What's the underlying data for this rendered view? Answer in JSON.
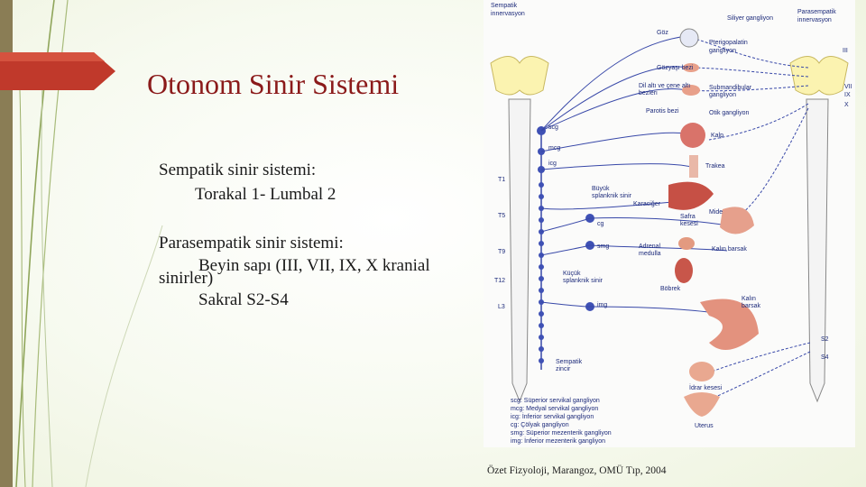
{
  "slide": {
    "title": "Otonom Sinir Sistemi",
    "sympathetic_heading": "Sempatik sinir sistemi:",
    "sympathetic_detail": "Torakal 1- Lumbal 2",
    "parasympathetic_heading": "Parasempatik sinir sistemi:",
    "parasympathetic_detail_line1": "Beyin sapı (III, VII, IX, X kranial",
    "parasympathetic_detail_line2": "sinirler)",
    "parasympathetic_detail_line3": "Sakral S2-S4",
    "caption": "Özet Fizyoloji, Marangoz, OMÜ Tıp, 2004"
  },
  "figure": {
    "header_left": [
      "Sempatik",
      "innervasyon"
    ],
    "header_right": [
      "Parasempatik",
      "innervasyon"
    ],
    "header_center": "Siliyer gangliyon",
    "organ_labels": [
      "Göz",
      "Pterigopalatin",
      "gangliyon",
      "Gözyaşı bezi",
      "Dil altı ve çene altı",
      "bezleri",
      "Submandibular",
      "gangliyon",
      "Parotis bezi",
      "Otik gangliyon",
      "Kalp",
      "Trakea",
      "Büyük",
      "splanknik sinir",
      "Karaciğer",
      "Safra",
      "kesesi",
      "Mide",
      "Adrenal",
      "medulla",
      "Kalın barsak",
      "Küçük",
      "splanknik sinir",
      "Böbrek",
      "Kalın",
      "barsak",
      "Sempatik",
      "zincir",
      "İdrar kesesi",
      "Uterus"
    ],
    "ganglion_labels": [
      "scg",
      "mcg",
      "icg",
      "cg",
      "smg",
      "img"
    ],
    "spinal_labels": [
      "T1",
      "T5",
      "T9",
      "T12",
      "L3"
    ],
    "cranial_labels": [
      "III",
      "VII",
      "IX",
      "X"
    ],
    "sacral_labels": [
      "S2",
      "S4"
    ],
    "legend": [
      "scg: Süperior servikal gangliyon",
      "mcg: Medyal servikal gangliyon",
      "icg: İnferior servikal gangliyon",
      "cg: Çölyak gangliyon",
      "smg: Süperior mezenterik gangliyon",
      "img: İnferior mezenterik gangliyon"
    ]
  }
}
